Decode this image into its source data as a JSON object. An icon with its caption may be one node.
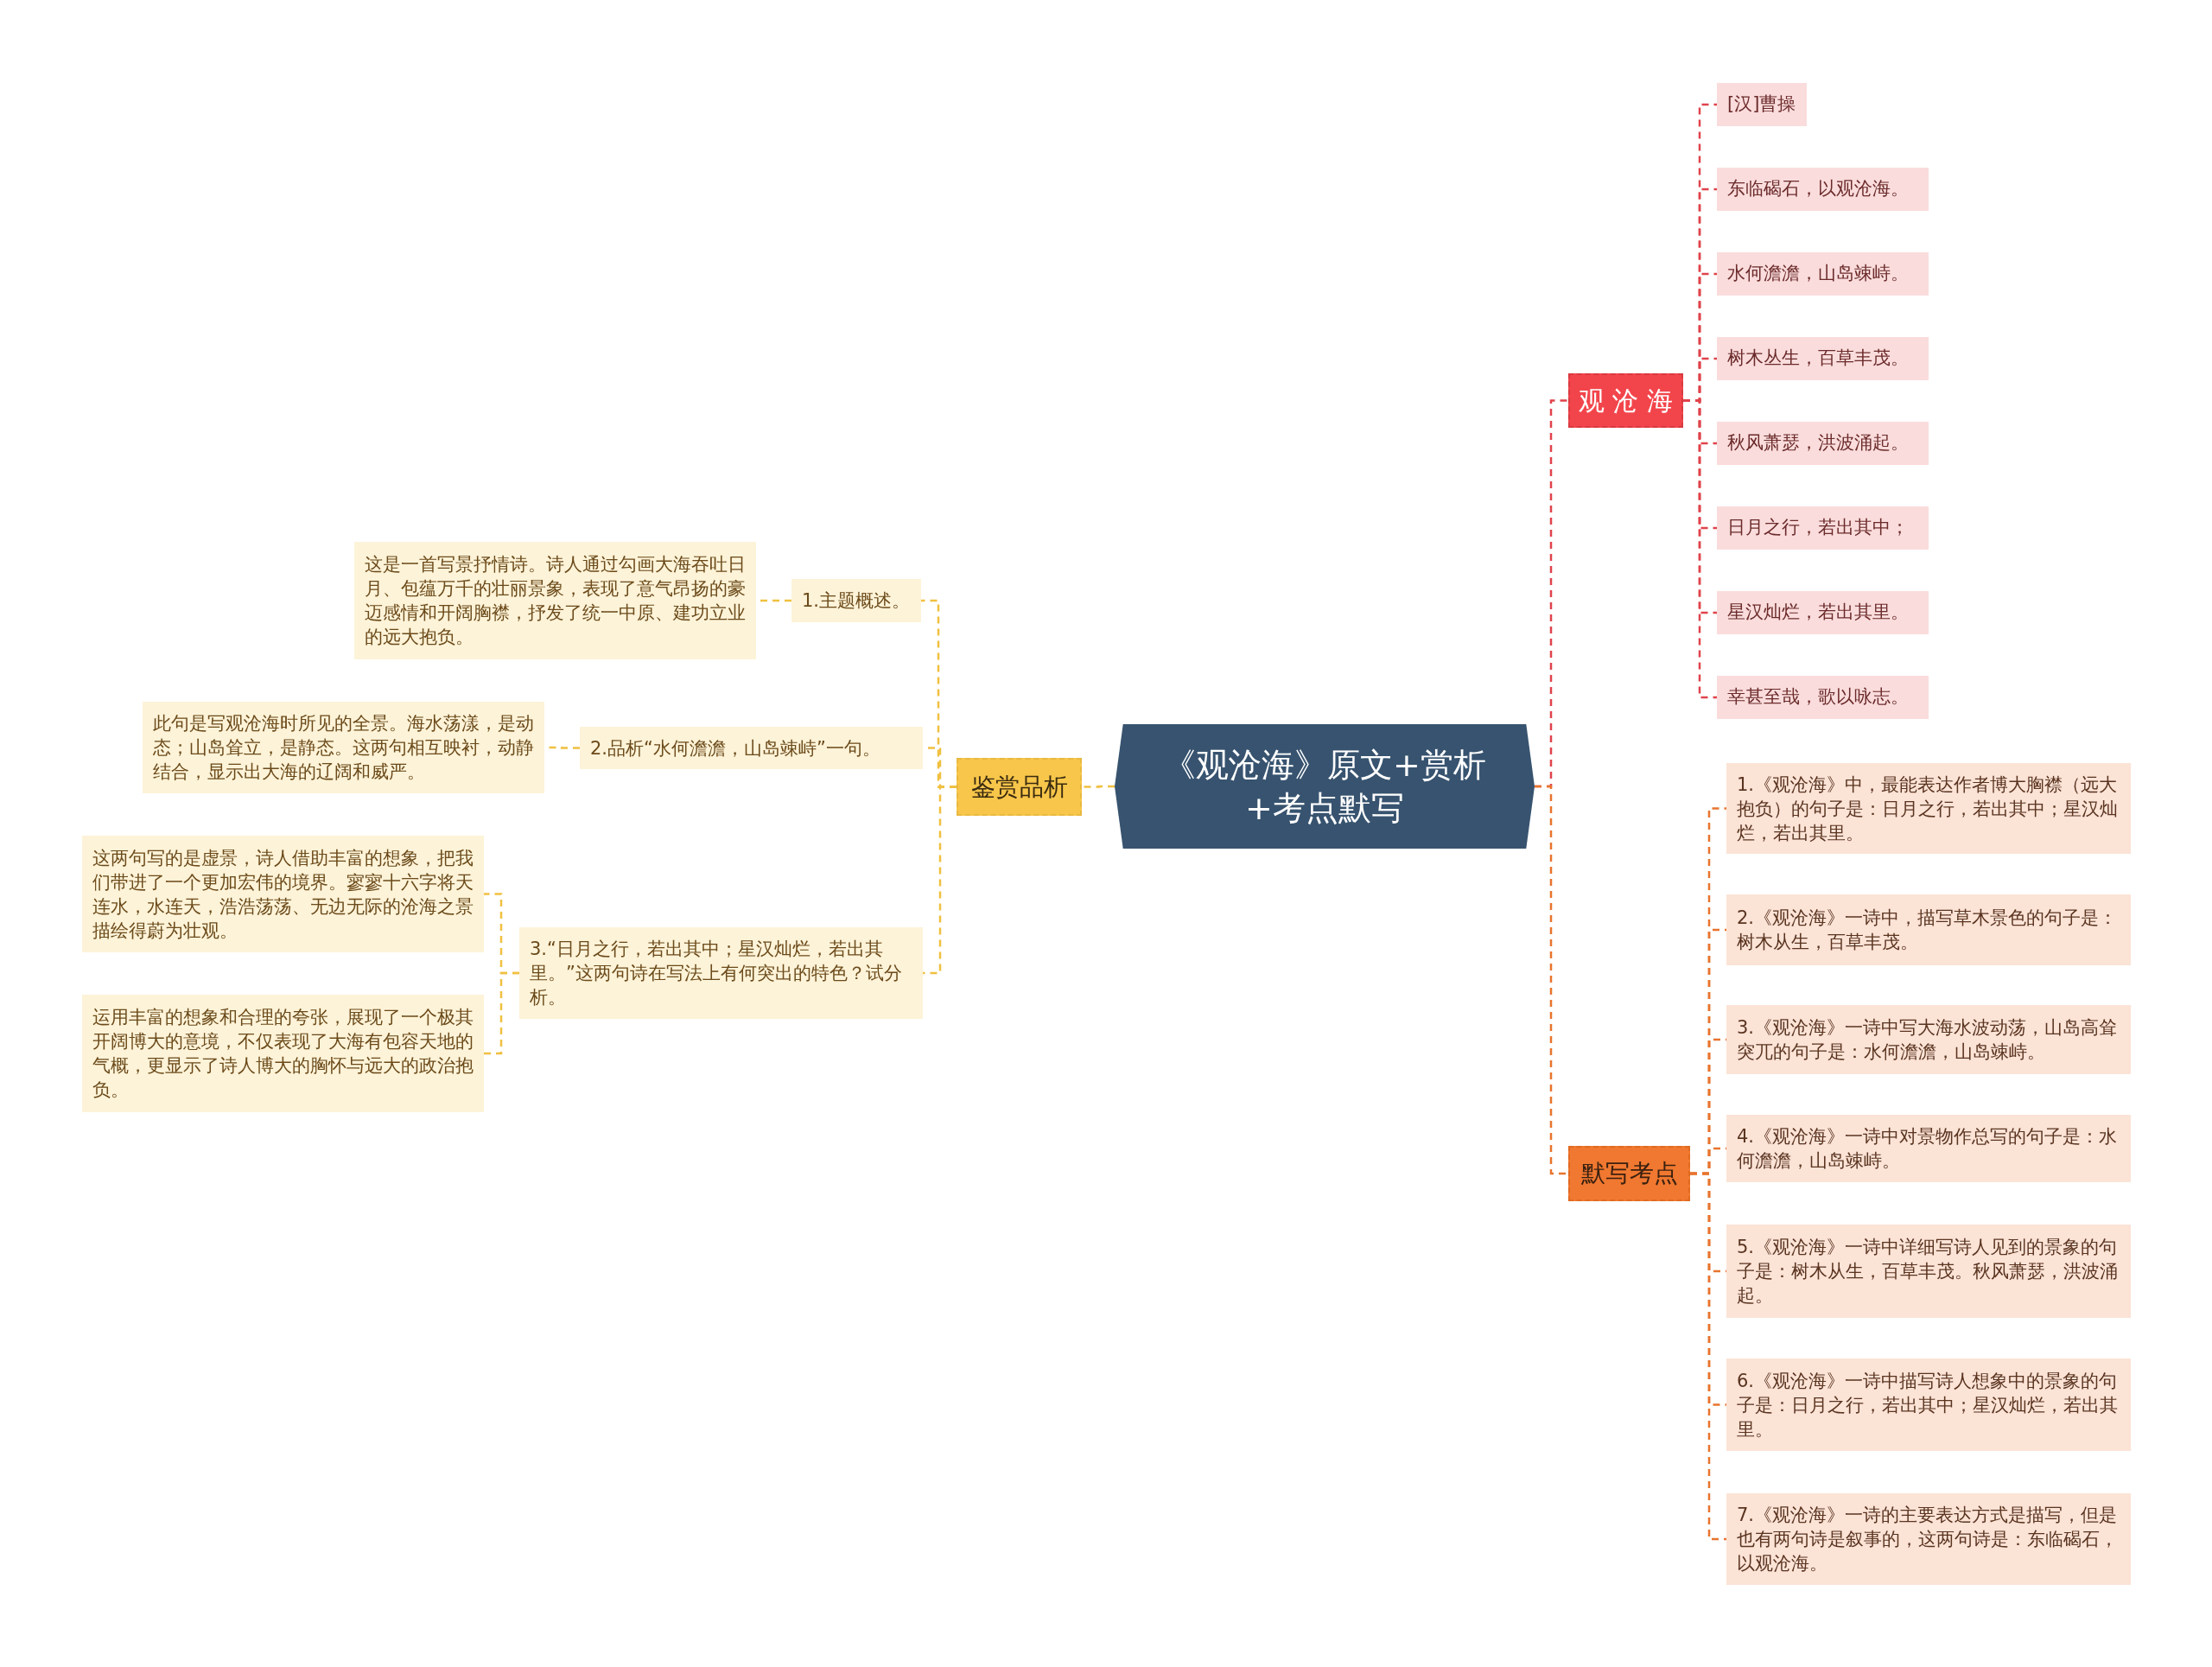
{
  "diagram": {
    "nodes": [
      {
        "text": [
          "《观沧海》原文+赏析+考点默写"
        ]
      },
      {
        "text": [
          "观 沧 海"
        ]
      },
      {
        "text": [
          "[汉]曹操"
        ]
      },
      {
        "text": [
          "东临碣石，以观沧海。"
        ]
      },
      {
        "text": [
          "水何澹澹，山岛竦峙。"
        ]
      },
      {
        "text": [
          "树木丛生，百草丰茂。"
        ]
      },
      {
        "text": [
          "秋风萧瑟，洪波涌起。"
        ]
      },
      {
        "text": [
          "日月之行，若出其中；"
        ]
      },
      {
        "text": [
          "星汉灿烂，若出其里。"
        ]
      },
      {
        "text": [
          "幸甚至哉，歌以咏志。"
        ]
      },
      {
        "text": [
          "默写考点"
        ]
      },
      {
        "text": [
          "1.《观沧海》中，最能表达作者博大胸襟（远大抱负）的句子是：日月之行，若出其中；星汉灿烂，若出其里。"
        ]
      },
      {
        "text": [
          "2.《观沧海》一诗中，描写草木景色的句子是：树木从生，百草丰茂。"
        ]
      },
      {
        "text": [
          "3.《观沧海》一诗中写大海水波动荡，山岛高耸突兀的句子是：水何澹澹，山岛竦峙。"
        ]
      },
      {
        "text": [
          "4.《观沧海》一诗中对景物作总写的句子是：水何澹澹，山岛竦峙。"
        ]
      },
      {
        "text": [
          "5.《观沧海》一诗中详细写诗人见到的景象的句子是：树木从生，百草丰茂。秋风萧瑟，洪波涌起。"
        ]
      },
      {
        "text": [
          "6.《观沧海》一诗中描写诗人想象中的景象的句子是：日月之行，若出其中；星汉灿烂，若出其里。"
        ]
      },
      {
        "text": [
          "7.《观沧海》一诗的主要表达方式是描写，但是也有两句诗是叙事的，这两句诗是：东临碣石，以观沧海。"
        ]
      },
      {
        "text": [
          "鉴赏品析"
        ]
      },
      {
        "text": [
          "1.主题概述。"
        ]
      },
      {
        "text": [
          "这是一首写景抒情诗。诗人通过勾画大海吞吐日月、包蕴万千的壮丽景象，表现了意气昂扬的豪迈感情和开阔胸襟，抒发了统一中原、建功立业的远大抱负。"
        ]
      },
      {
        "text": [
          "2.品析“水何澹澹，山岛竦峙”一句。"
        ]
      },
      {
        "text": [
          "此句是写观沧海时所见的全景。海水荡漾，是动态；山岛耸立，是静态。这两句相互映衬，动静结合，显示出大海的辽阔和威严。"
        ]
      },
      {
        "text": [
          "3.“日月之行，若出其中；星汉灿烂，若出其里。”这两句诗在写法上有何突出的特色？试分析。"
        ]
      },
      {
        "text": [
          "这两句写的是虚景，诗人借助丰富的想象，把我们带进了一个更加宏伟的境界。寥寥十六字将天连水，水连天，浩浩荡荡、无边无际的沧海之景描绘得蔚为壮观。"
        ]
      },
      {
        "text": [
          "运用丰富的想象和合理的夸张，展现了一个极其开阔博大的意境，不仅表现了大海有包容天地的气概，更显示了诗人博大的胸怀与远大的政治抱负。"
        ]
      }
    ],
    "edges": [
      {
        "from": 0,
        "to": 1,
        "arrow": "none",
        "style": "dashed",
        "color": "#e0434b"
      },
      {
        "from": 1,
        "to": 2,
        "arrow": "none",
        "style": "dashed",
        "color": "#e0434b"
      },
      {
        "from": 1,
        "to": 3,
        "arrow": "none",
        "style": "dashed",
        "color": "#e0434b"
      },
      {
        "from": 1,
        "to": 4,
        "arrow": "none",
        "style": "dashed",
        "color": "#e0434b"
      },
      {
        "from": 1,
        "to": 5,
        "arrow": "none",
        "style": "dashed",
        "color": "#e0434b"
      },
      {
        "from": 1,
        "to": 6,
        "arrow": "none",
        "style": "dashed",
        "color": "#e0434b"
      },
      {
        "from": 1,
        "to": 7,
        "arrow": "none",
        "style": "dashed",
        "color": "#e0434b"
      },
      {
        "from": 1,
        "to": 8,
        "arrow": "none",
        "style": "dashed",
        "color": "#e0434b"
      },
      {
        "from": 1,
        "to": 9,
        "arrow": "none",
        "style": "dashed",
        "color": "#e0434b"
      },
      {
        "from": 0,
        "to": 10,
        "arrow": "none",
        "style": "dashed",
        "color": "#e8742e"
      },
      {
        "from": 10,
        "to": 11,
        "arrow": "none",
        "style": "dashed",
        "color": "#e8742e"
      },
      {
        "from": 10,
        "to": 12,
        "arrow": "none",
        "style": "dashed",
        "color": "#e8742e"
      },
      {
        "from": 10,
        "to": 13,
        "arrow": "none",
        "style": "dashed",
        "color": "#e8742e"
      },
      {
        "from": 10,
        "to": 14,
        "arrow": "none",
        "style": "dashed",
        "color": "#e8742e"
      },
      {
        "from": 10,
        "to": 15,
        "arrow": "none",
        "style": "dashed",
        "color": "#e8742e"
      },
      {
        "from": 10,
        "to": 16,
        "arrow": "none",
        "style": "dashed",
        "color": "#e8742e"
      },
      {
        "from": 10,
        "to": 17,
        "arrow": "none",
        "style": "dashed",
        "color": "#e8742e"
      },
      {
        "from": 0,
        "to": 18,
        "arrow": "none",
        "style": "dashed",
        "color": "#f0c040"
      },
      {
        "from": 18,
        "to": 19,
        "arrow": "none",
        "style": "dashed",
        "color": "#f0c040"
      },
      {
        "from": 19,
        "to": 20,
        "arrow": "none",
        "style": "dashed",
        "color": "#f0c040"
      },
      {
        "from": 18,
        "to": 21,
        "arrow": "none",
        "style": "dashed",
        "color": "#f0c040"
      },
      {
        "from": 21,
        "to": 22,
        "arrow": "none",
        "style": "dashed",
        "color": "#f0c040"
      },
      {
        "from": 18,
        "to": 23,
        "arrow": "none",
        "style": "dashed",
        "color": "#f0c040"
      },
      {
        "from": 23,
        "to": 24,
        "arrow": "none",
        "style": "dashed",
        "color": "#f0c040"
      },
      {
        "from": 23,
        "to": 25,
        "arrow": "none",
        "style": "dashed",
        "color": "#f0c040"
      }
    ]
  }
}
